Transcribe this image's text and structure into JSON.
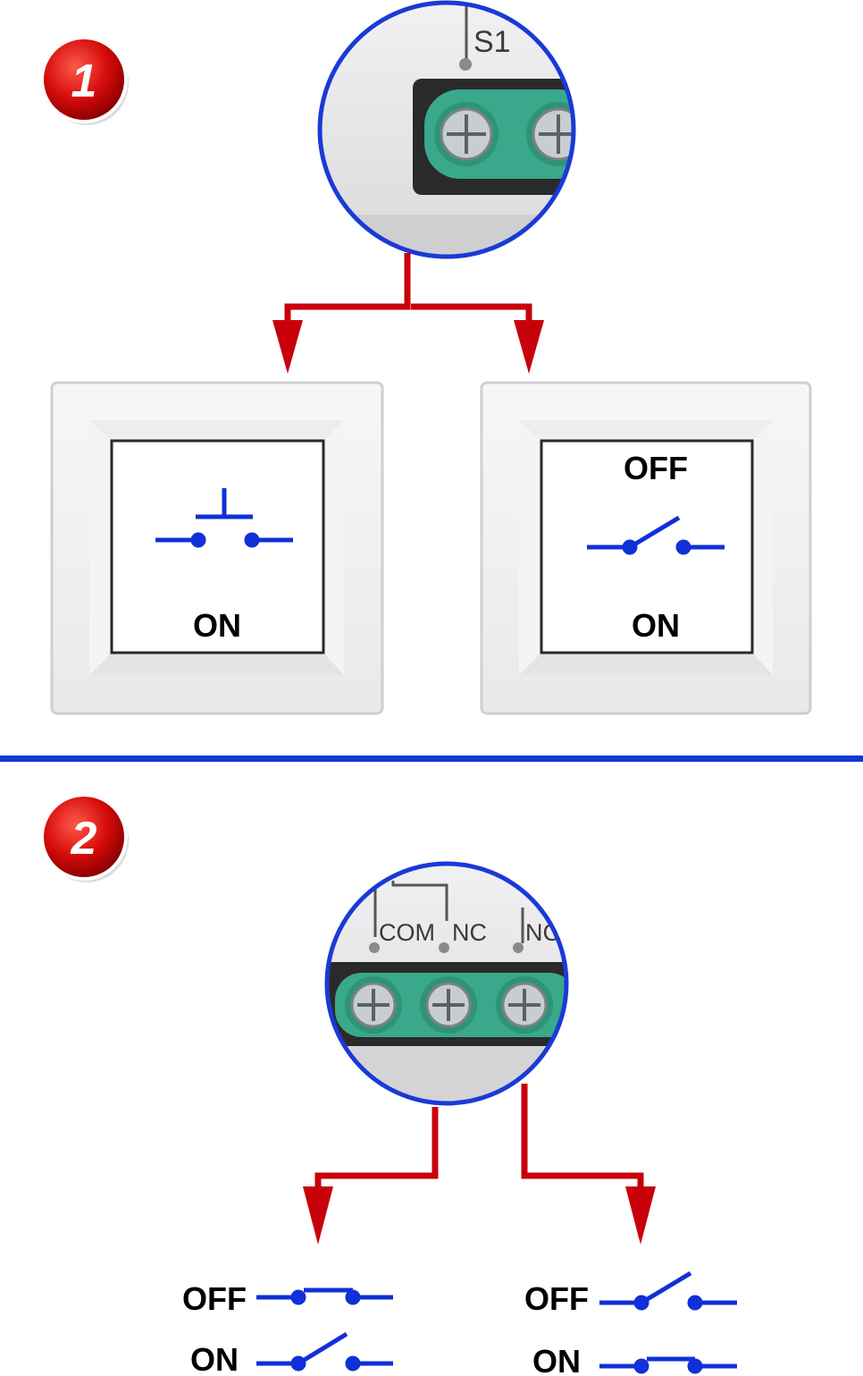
{
  "section1": {
    "badge": "1",
    "terminal_label": "S1",
    "switch_left": {
      "bottom_label": "ON"
    },
    "switch_right": {
      "top_label": "OFF",
      "bottom_label": "ON"
    }
  },
  "section2": {
    "badge": "2",
    "terminal_labels": [
      "COM",
      "NC",
      "NC"
    ],
    "left": {
      "off_label": "OFF",
      "on_label": "ON"
    },
    "right": {
      "off_label": "OFF",
      "on_label": "ON"
    }
  },
  "colors": {
    "arrow": "#c8000a",
    "symbol": "#1030d8",
    "divider": "#1238d8",
    "badge": "#d40a0a",
    "terminal": "#3aa88a"
  }
}
